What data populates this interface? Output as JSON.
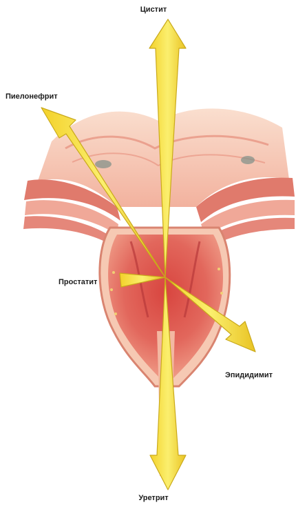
{
  "figure": {
    "labels": {
      "cystitis": "Цистит",
      "pyelonephritis": "Пиелонефрит",
      "prostatitis": "Простатит",
      "epididymitis": "Эпидидимит",
      "urethritis": "Уретрит"
    },
    "icons": {
      "organ": "prostate-illustration",
      "arrows": "spread-arrow-icon"
    },
    "colors": {
      "arrow_fill": "#f6e13a",
      "arrow_edge": "#c9a91b",
      "tissue": "#e67a6e",
      "tissue_dark": "#c94b48",
      "tissue_light": "#f4b7a0",
      "background": "#ffffff"
    }
  }
}
